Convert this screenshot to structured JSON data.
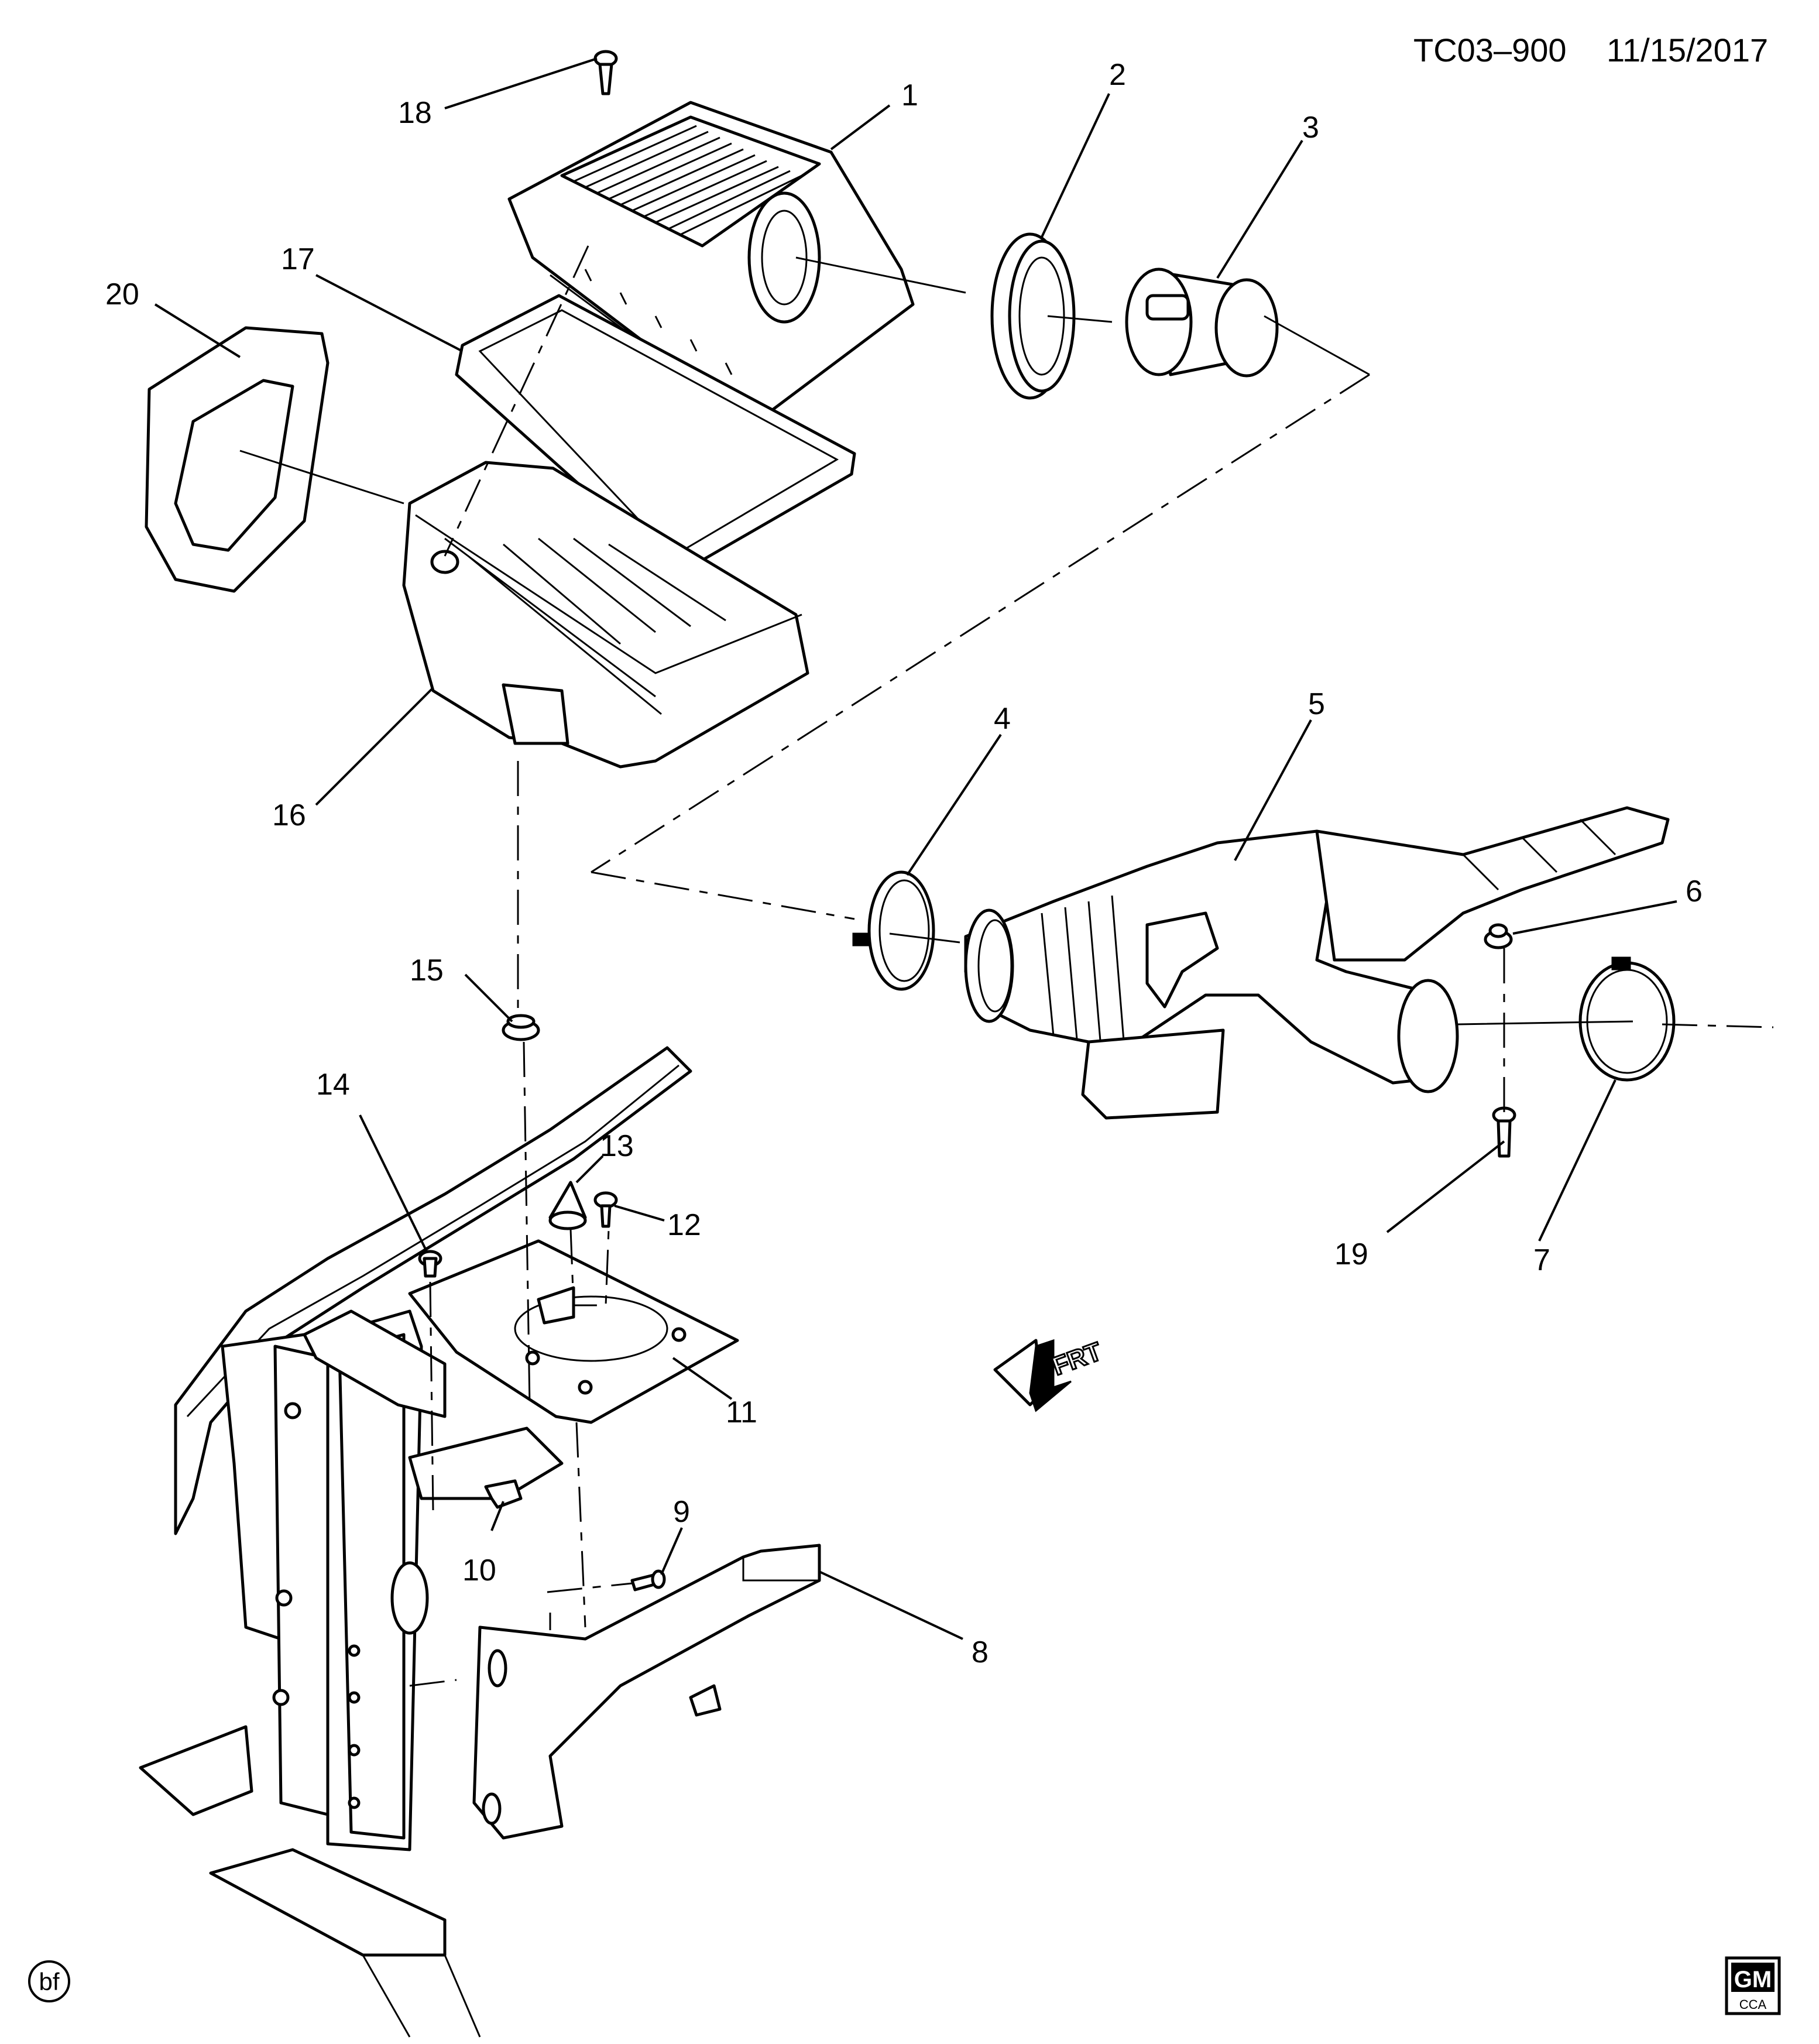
{
  "header": {
    "code": "TC03–900",
    "date": "11/15/2017"
  },
  "callouts": [
    "1",
    "2",
    "3",
    "4",
    "5",
    "6",
    "7",
    "8",
    "9",
    "10",
    "11",
    "12",
    "13",
    "14",
    "15",
    "16",
    "17",
    "18",
    "19",
    "20"
  ],
  "front_arrow": {
    "text": "FRT"
  },
  "footer": {
    "initials": "bf",
    "logo_top": "GM",
    "logo_bottom": "CCA"
  }
}
